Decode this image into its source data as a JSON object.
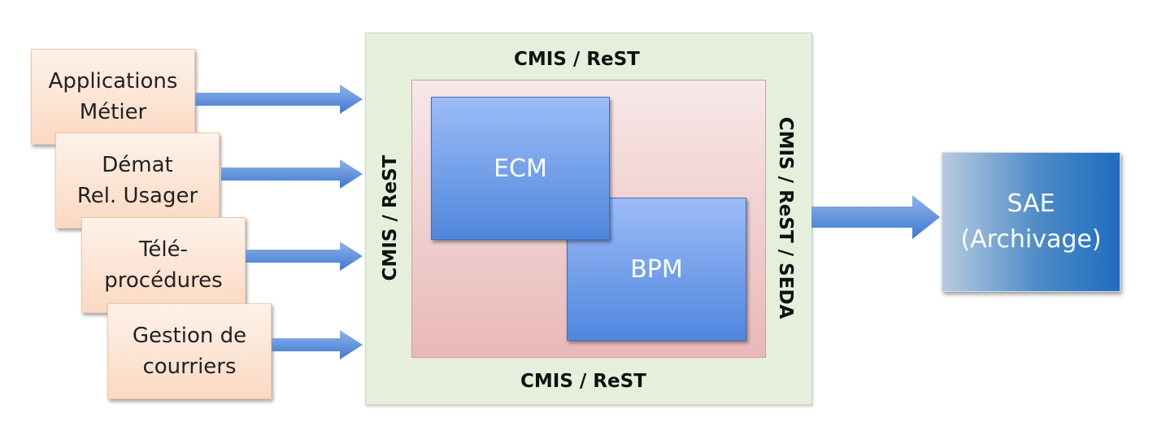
{
  "sources": [
    {
      "line1": "Applications",
      "line2": "Métier"
    },
    {
      "line1": "Démat",
      "line2": "Rel. Usager"
    },
    {
      "line1": "Télé-",
      "line2": "procédures"
    },
    {
      "line1": "Gestion de",
      "line2": "courriers"
    }
  ],
  "platform": {
    "protocol_top": "CMIS / ReST",
    "protocol_bottom": "CMIS / ReST",
    "protocol_left": "CMIS / ReST",
    "protocol_right": "CMIS / ReST / SEDA",
    "ecm_label": "ECM",
    "bpm_label": "BPM"
  },
  "archive": {
    "line1": "SAE",
    "line2": "(Archivage)"
  },
  "colors": {
    "source_fill": "#fbd9c2",
    "outer_fill": "#e6efdc",
    "inner_fill": "#e9b8b8",
    "core_fill": "#4f87dd",
    "archive_fill": "#1f6cc1",
    "arrow_fill": "#5b8fdc"
  }
}
